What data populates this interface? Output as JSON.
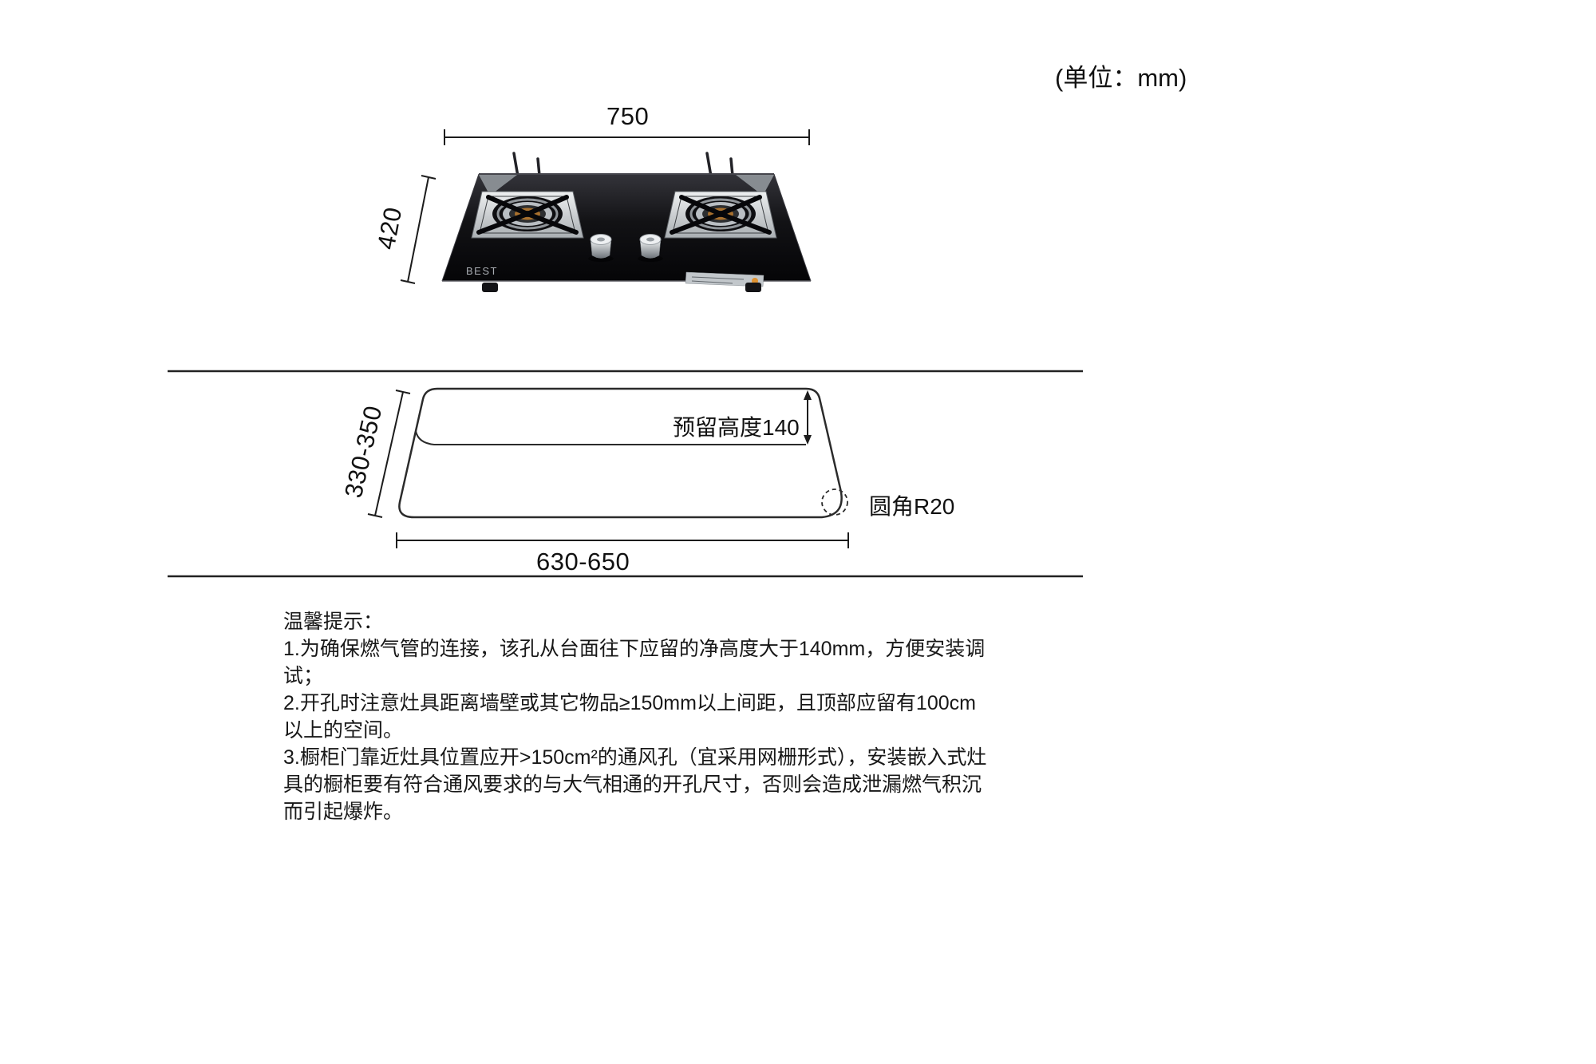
{
  "unit_note": "(单位：mm)",
  "stove": {
    "logo": "BEST",
    "dim_width_label": "750",
    "dim_depth_label": "420"
  },
  "cutout": {
    "dim_side_label": "330-350",
    "reserved_height_label": "预留高度140",
    "corner_radius_label": "圆角R20",
    "dim_bottom_label": "630-650"
  },
  "tips": {
    "title": "温馨提示：",
    "items": [
      "1.为确保燃气管的连接，该孔从台面往下应留的净高度大于140mm，方便安装调试；",
      "2.开孔时注意灶具距离墙壁或其它物品≥150mm以上间距，且顶部应留有100cm以上的空间。",
      "3.橱柜门靠近灶具位置应开>150cm²的通风孔（宜采用网栅形式），安装嵌入式灶具的橱柜要有符合通风要求的与大气相通的开孔尺寸，否则会造成泄漏燃气积沉而引起爆炸。"
    ]
  }
}
